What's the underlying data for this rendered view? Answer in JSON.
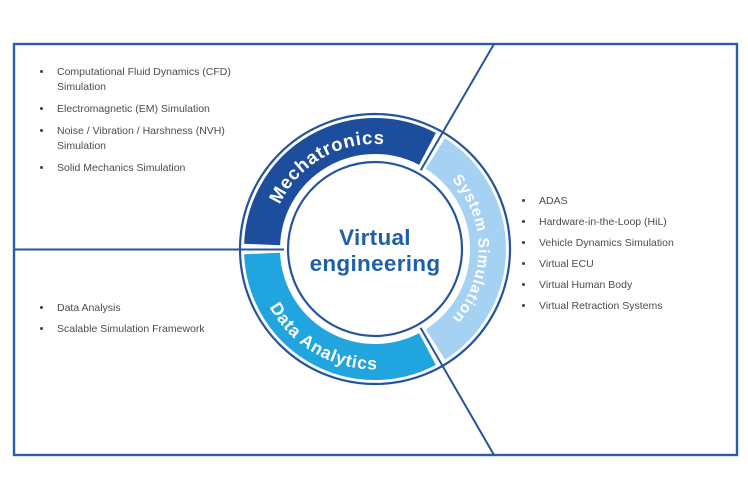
{
  "page": {
    "background": "#ffffff"
  },
  "frame": {
    "border_color": "#2d5da6"
  },
  "diagram": {
    "center_label": {
      "line1": "Virtual",
      "line2": "engineering",
      "color": "#1f5fa9"
    },
    "segments": [
      {
        "label": "Mechatronics",
        "color": "#1c4e9d"
      },
      {
        "label": "System Simulation",
        "color": "#a5d2f2"
      },
      {
        "label": "Data Analytics",
        "color": "#21a5de"
      }
    ],
    "outline_color": "#24549f",
    "divider_color": "#24549f",
    "label_text_color": "#ffffff"
  },
  "lists": {
    "text_color": "#4c4c4c",
    "mechatronics": {
      "items": [
        "Computational Fluid Dynamics (CFD) Simulation",
        "Electromagnetic (EM) Simulation",
        "Noise / Vibration / Harshness (NVH) Simulation",
        "Solid Mechanics Simulation"
      ]
    },
    "system_simulation": {
      "items": [
        "ADAS",
        "Hardware-in-the-Loop (HiL)",
        "Vehicle Dynamics Simulation",
        "Virtual ECU",
        "Virtual Human Body",
        "Virtual Retraction Systems"
      ]
    },
    "data_analytics": {
      "items": [
        "Data Analysis",
        "Scalable Simulation Framework"
      ]
    }
  }
}
